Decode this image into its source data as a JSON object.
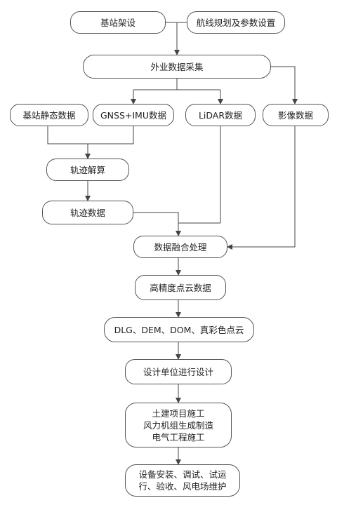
{
  "nodes": {
    "base_station_setup": "基站架设",
    "flight_planning": "航线规划及参数设置",
    "field_collection": "外业数据采集",
    "base_static_data": "基站静态数据",
    "gnss_imu_data": "GNSS+IMU数据",
    "lidar_data": "LiDAR数据",
    "image_data": "影像数据",
    "trajectory_solving": "轨迹解算",
    "trajectory_data": "轨迹数据",
    "data_fusion": "数据融合处理",
    "hd_point_cloud": "高精度点云数据",
    "products": "DLG、DEM、DOM、真彩色点云",
    "design_unit": "设计单位进行设计",
    "construction": [
      "土建项目施工",
      "风力机组生成制造",
      "电气工程施工"
    ],
    "installation": [
      "设备安装、调试、试运",
      "行、验收、风电场维护"
    ]
  }
}
